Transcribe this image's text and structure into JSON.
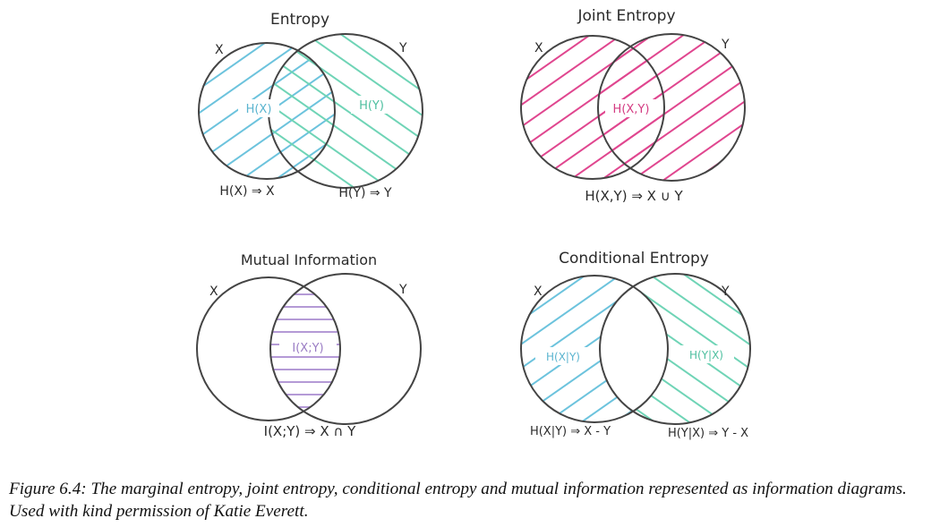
{
  "colors": {
    "blue": "#6cc3dd",
    "green": "#6fd4b6",
    "pink": "#e0468f",
    "purple": "#b49ad6",
    "circle": "#444444"
  },
  "panels": {
    "entropy": {
      "title": "Entropy",
      "x": "X",
      "y": "Y",
      "region_x": "H(X)",
      "region_y": "H(Y)",
      "eq_left": "H(X) ⇒ X",
      "eq_right": "H(Y) ⇒ Y"
    },
    "joint": {
      "title": "Joint Entropy",
      "x": "X",
      "y": "Y",
      "region": "H(X,Y)",
      "eq": "H(X,Y) ⇒ X ∪ Y"
    },
    "mutual": {
      "title": "Mutual Information",
      "x": "X",
      "y": "Y",
      "region": "I(X;Y)",
      "eq": "I(X;Y) ⇒ X ∩ Y"
    },
    "conditional": {
      "title": "Conditional Entropy",
      "x": "X",
      "y": "Y",
      "region_x": "H(X|Y)",
      "region_y": "H(Y|X)",
      "eq_left": "H(X|Y) ⇒ X - Y",
      "eq_right": "H(Y|X) ⇒ Y - X"
    }
  },
  "caption": "Figure 6.4: The marginal entropy, joint entropy, conditional entropy and mutual information represented as information diagrams. Used with kind permission of Katie Everett."
}
